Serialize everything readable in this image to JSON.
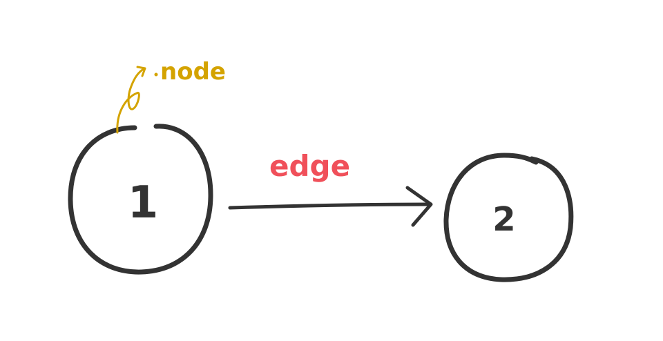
{
  "nodes": [
    {
      "id": "1",
      "label": "1"
    },
    {
      "id": "2",
      "label": "2"
    }
  ],
  "edges": [
    {
      "from": "1",
      "to": "2",
      "directed": true
    }
  ],
  "annotations": {
    "node": {
      "text": "node",
      "color": "#d4a300"
    },
    "edge": {
      "text": "edge",
      "color": "#f0505a"
    }
  },
  "style": {
    "stroke": "#333333",
    "background": "#ffffff"
  }
}
